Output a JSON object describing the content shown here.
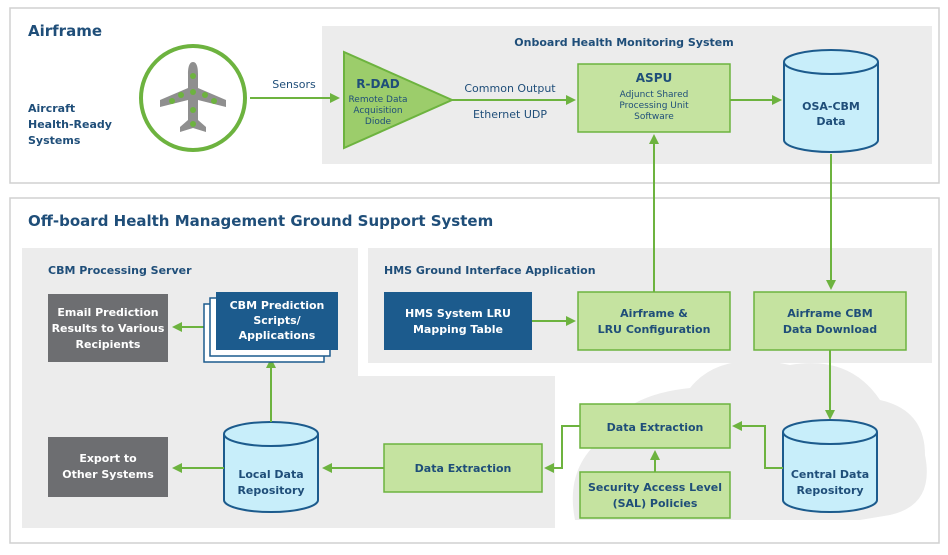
{
  "airframe": {
    "title": "Airframe",
    "aircraft_label_lines": [
      "Aircraft",
      "Health-Ready",
      "Systems"
    ],
    "sensors_label": "Sensors",
    "onboard": {
      "title": "Onboard Health Monitoring System",
      "rdad": {
        "title": "R-DAD",
        "lines": [
          "Remote Data",
          "Acquisition",
          "Diode"
        ]
      },
      "common_output": "Common Output",
      "ethernet_udp": "Ethernet UDP",
      "aspu": {
        "title": "ASPU",
        "lines": [
          "Adjunct Shared",
          "Processing Unit",
          "Software"
        ]
      },
      "osa_cbm": {
        "lines": [
          "OSA-CBM",
          "Data"
        ]
      }
    }
  },
  "offboard": {
    "title": "Off-board Health Management Ground Support System",
    "cbm_server": {
      "title": "CBM Processing Server",
      "email": {
        "lines": [
          "Email Prediction",
          "Results to Various",
          "Recipients"
        ]
      },
      "scripts": {
        "lines": [
          "CBM Prediction",
          "Scripts/",
          "Applications"
        ]
      },
      "export": {
        "lines": [
          "Export to",
          "Other Systems"
        ]
      },
      "local_repo": {
        "lines": [
          "Local Data",
          "Repository"
        ]
      },
      "extraction": "Data Extraction"
    },
    "hms_ground": {
      "title": "HMS Ground Interface Application",
      "lru_table": {
        "lines": [
          "HMS System LRU",
          "Mapping Table"
        ]
      },
      "airframe_lru": {
        "lines": [
          "Airframe &",
          "LRU Configuration"
        ]
      },
      "cbm_download": {
        "lines": [
          "Airframe CBM",
          "Data Download"
        ]
      }
    },
    "cloud": {
      "extraction": "Data Extraction",
      "sal": {
        "lines": [
          "Security Access Level",
          "(SAL) Policies"
        ]
      },
      "central_repo": {
        "lines": [
          "Central Data",
          "Repository"
        ]
      }
    }
  },
  "colors": {
    "navy": "#1f4e79",
    "blue_box": "#1c5b8d",
    "green_stroke": "#6db33f",
    "green_fill": "#c5e3a0",
    "cyan_fill": "#c8eefa",
    "gray_box": "#6d6e71",
    "panel": "#ececec"
  }
}
